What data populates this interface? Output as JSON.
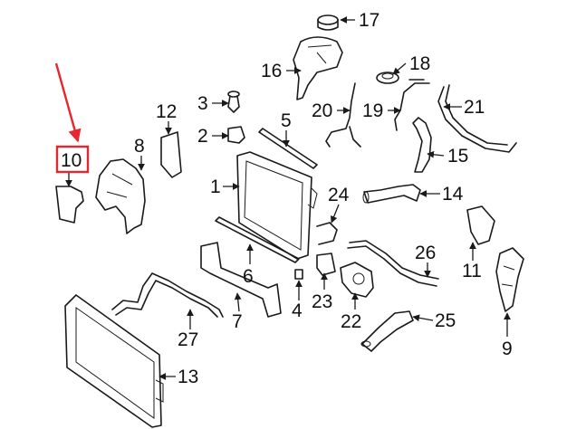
{
  "diagram": {
    "callouts": {
      "c1": "1",
      "c2": "2",
      "c3": "3",
      "c4": "4",
      "c5": "5",
      "c6": "6",
      "c7": "7",
      "c8": "8",
      "c9": "9",
      "c10": "10",
      "c11": "11",
      "c12": "12",
      "c13": "13",
      "c14": "14",
      "c15": "15",
      "c16": "16",
      "c17": "17",
      "c18": "18",
      "c19": "19",
      "c20": "20",
      "c21": "21",
      "c22": "22",
      "c23": "23",
      "c24": "24",
      "c25": "25",
      "c26": "26",
      "c27": "27"
    },
    "highlight": {
      "callout": "10",
      "box_color": "#e8262d",
      "pointer_color": "#e8262d"
    },
    "line_color": "#1a1a1a",
    "background": "#ffffff"
  }
}
